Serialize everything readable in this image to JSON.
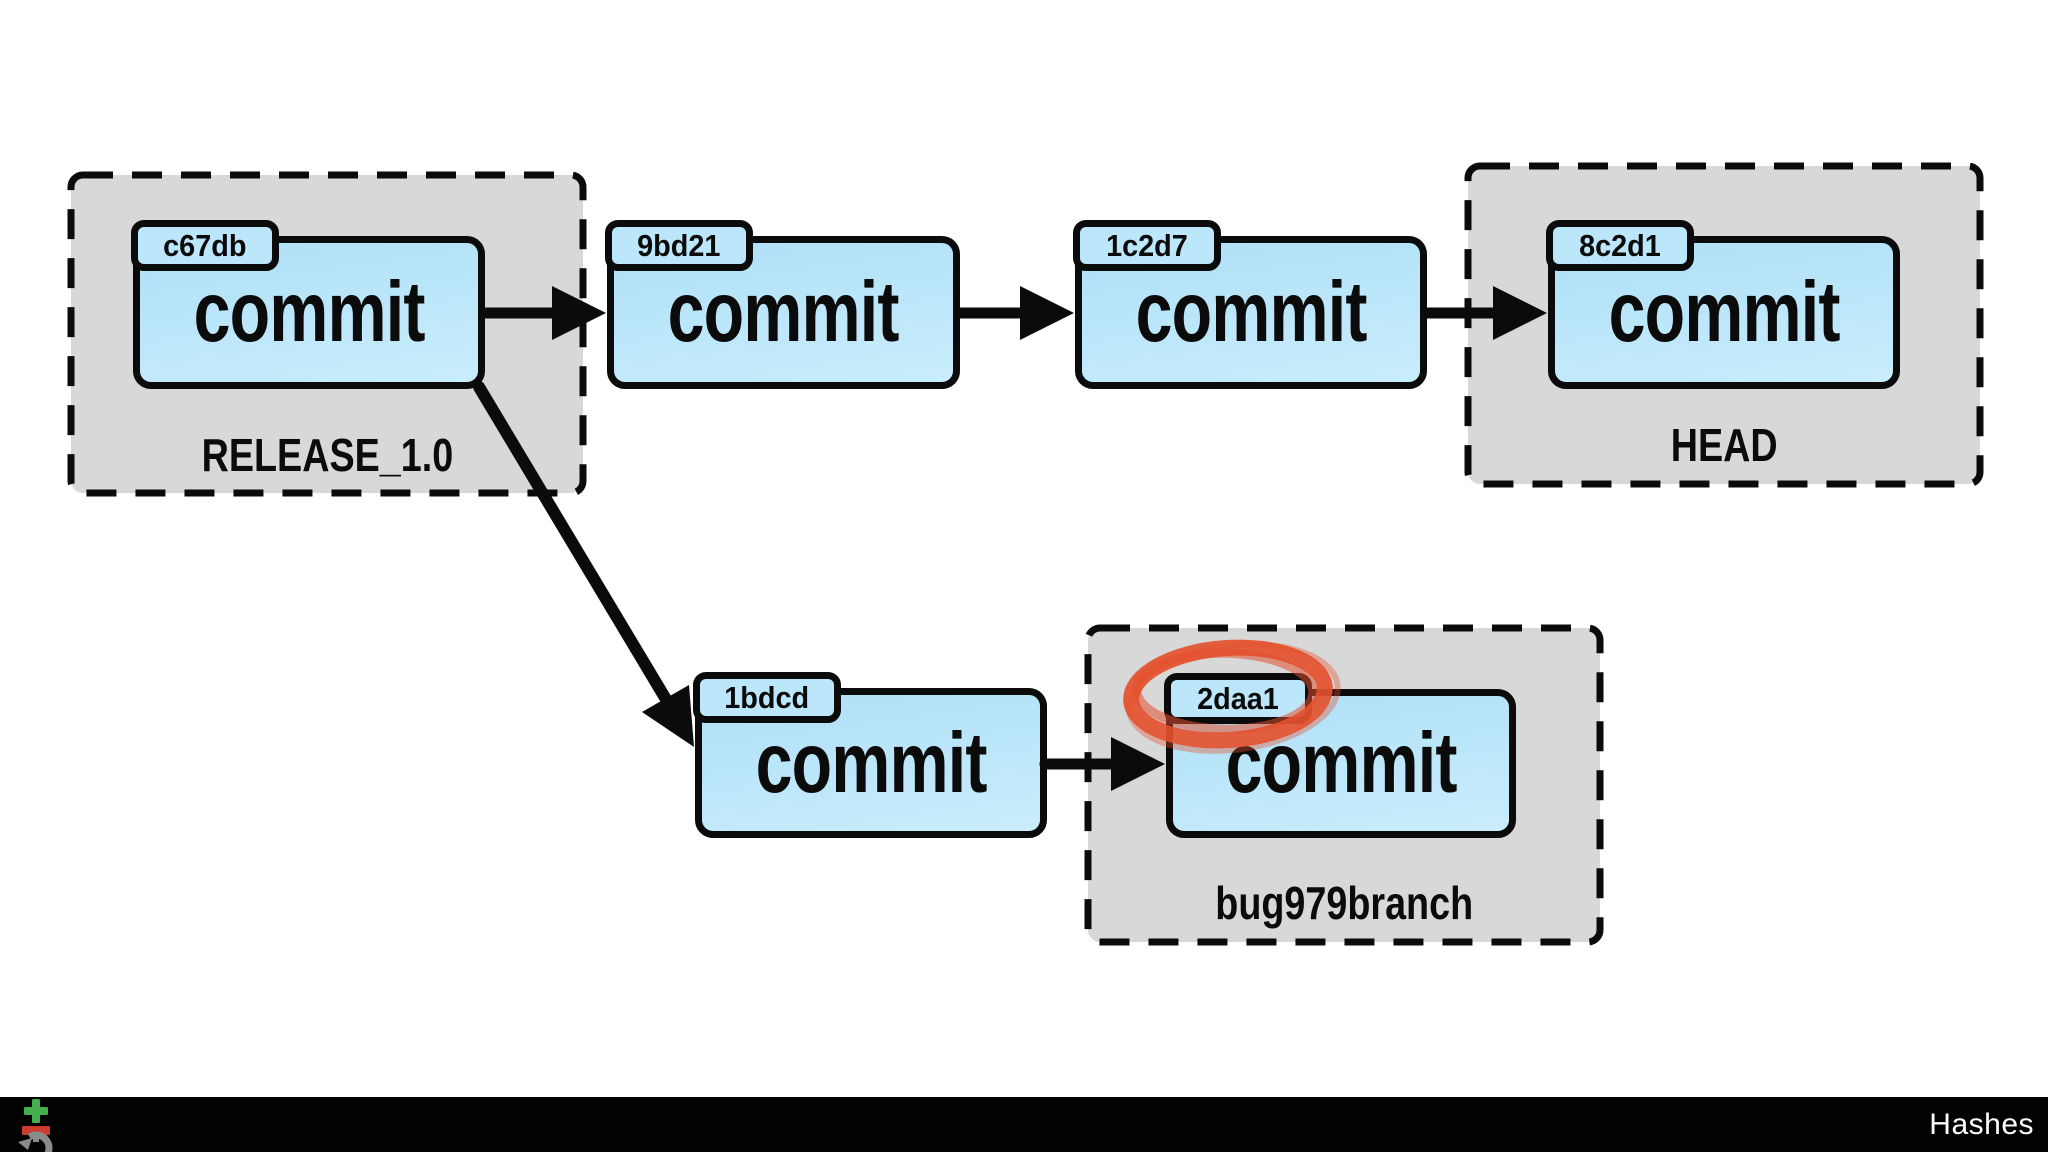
{
  "slide": {
    "topic": "git commit history diagram",
    "containers": [
      {
        "id": "release",
        "label": "RELEASE_1.0",
        "contains": "c67db"
      },
      {
        "id": "head",
        "label": "HEAD",
        "contains": "8c2d1"
      },
      {
        "id": "bug",
        "label": "bug979branch",
        "contains": "2daa1"
      }
    ],
    "commits": [
      {
        "hash": "c67db",
        "label": "commit"
      },
      {
        "hash": "9bd21",
        "label": "commit"
      },
      {
        "hash": "1c2d7",
        "label": "commit"
      },
      {
        "hash": "8c2d1",
        "label": "commit"
      },
      {
        "hash": "1bdcd",
        "label": "commit"
      },
      {
        "hash": "2daa1",
        "label": "commit",
        "highlighted": true
      }
    ],
    "edges": [
      {
        "from": "c67db",
        "to": "9bd21"
      },
      {
        "from": "9bd21",
        "to": "1c2d7"
      },
      {
        "from": "1c2d7",
        "to": "8c2d1"
      },
      {
        "from": "c67db",
        "to": "1bdcd"
      },
      {
        "from": "1bdcd",
        "to": "2daa1"
      }
    ],
    "annotation": {
      "type": "hand-drawn-ellipse",
      "target": "2daa1",
      "color": "#e4512e"
    },
    "colors": {
      "background": "#ffffff",
      "commit_fill": "#b7e4f9",
      "container_fill": "#d8d8d8",
      "stroke": "#0b0b0b",
      "highlight": "#e4512e",
      "footer_bg": "#020202",
      "footer_text": "#fdfdfd",
      "icon_green": "#45b14e",
      "icon_red": "#cd3a2f",
      "icon_gray": "#8b8b8b"
    },
    "footer": {
      "label": "Hashes",
      "icon": "add-remove-undo-icon"
    }
  }
}
